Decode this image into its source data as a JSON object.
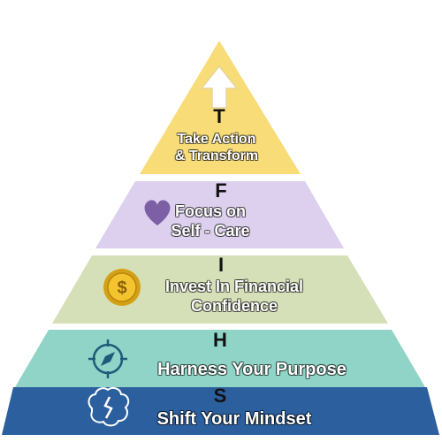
{
  "tiers": [
    {
      "letter": "T",
      "line1": "Take Action",
      "line2": "& Transform",
      "icon": "up-arrow-icon",
      "color": "#f7dc78"
    },
    {
      "letter": "F",
      "line1": "Focus on",
      "line2": "Self - Care",
      "icon": "heart-icon",
      "color": "#dcd0ee"
    },
    {
      "letter": "I",
      "line1": "Invest In Financial",
      "line2": "Confidence",
      "icon": "dollar-coin-icon",
      "color": "#d6e0b8"
    },
    {
      "letter": "H",
      "line1": "Harness Your Purpose",
      "icon": "compass-icon",
      "color": "#8fd4c6"
    },
    {
      "letter": "S",
      "line1": "Shift Your Mindset",
      "icon": "brain-icon",
      "color": "#2c5f9e"
    }
  ]
}
